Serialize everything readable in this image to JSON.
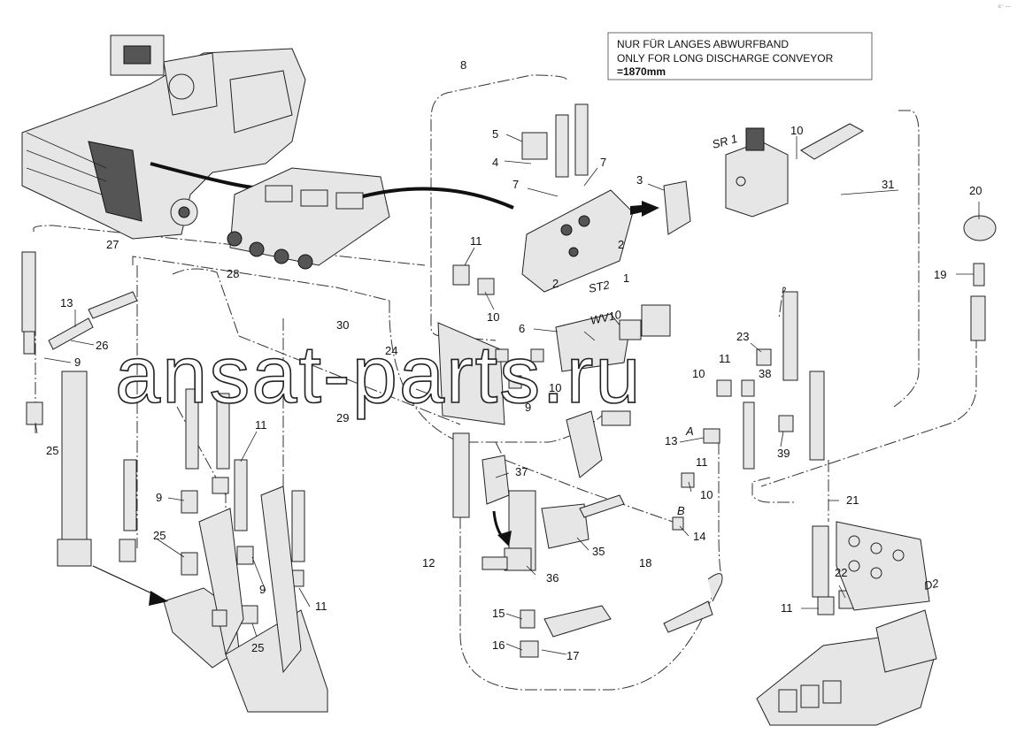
{
  "note": {
    "line1": "NUR FÜR LANGES ABWURFBAND",
    "line2": "ONLY FOR LONG DISCHARGE CONVEYOR",
    "line3": "=1870mm"
  },
  "watermark": "ansat-parts.ru",
  "corner_mark": "c⁻ ---",
  "tags": {
    "st2": "ST2",
    "sr1": "SR 1",
    "wv10": "WV10",
    "d2": "D2",
    "a": "A",
    "b": "B"
  },
  "callouts": [
    {
      "id": "c8",
      "label": "8"
    },
    {
      "id": "c5",
      "label": "5"
    },
    {
      "id": "c4",
      "label": "4"
    },
    {
      "id": "c7a",
      "label": "7"
    },
    {
      "id": "c7b",
      "label": "7"
    },
    {
      "id": "c3",
      "label": "3"
    },
    {
      "id": "c2a",
      "label": "2"
    },
    {
      "id": "c2b",
      "label": "2"
    },
    {
      "id": "c1",
      "label": "1"
    },
    {
      "id": "c10a",
      "label": "10"
    },
    {
      "id": "c31",
      "label": "31"
    },
    {
      "id": "c20",
      "label": "20"
    },
    {
      "id": "c19",
      "label": "19"
    },
    {
      "id": "c27",
      "label": "27"
    },
    {
      "id": "c28",
      "label": "28"
    },
    {
      "id": "c30",
      "label": "30"
    },
    {
      "id": "c11a",
      "label": "11"
    },
    {
      "id": "c10b",
      "label": "10"
    },
    {
      "id": "c6",
      "label": "6"
    },
    {
      "id": "c13a",
      "label": "13"
    },
    {
      "id": "c26",
      "label": "26"
    },
    {
      "id": "c9a",
      "label": "9"
    },
    {
      "id": "c24",
      "label": "24"
    },
    {
      "id": "c29",
      "label": "29"
    },
    {
      "id": "c10c",
      "label": "10"
    },
    {
      "id": "c9b",
      "label": "9"
    },
    {
      "id": "c23",
      "label": "23"
    },
    {
      "id": "c11b",
      "label": "11"
    },
    {
      "id": "c10d",
      "label": "10"
    },
    {
      "id": "c38",
      "label": "38"
    },
    {
      "id": "c39",
      "label": "39"
    },
    {
      "id": "c25a",
      "label": "25"
    },
    {
      "id": "c11c",
      "label": "11"
    },
    {
      "id": "c9c",
      "label": "9"
    },
    {
      "id": "c25b",
      "label": "25"
    },
    {
      "id": "c9d",
      "label": "9"
    },
    {
      "id": "c11d",
      "label": "11"
    },
    {
      "id": "c25c",
      "label": "25"
    },
    {
      "id": "c37",
      "label": "37"
    },
    {
      "id": "c13b",
      "label": "13"
    },
    {
      "id": "c11e",
      "label": "11"
    },
    {
      "id": "c10e",
      "label": "10"
    },
    {
      "id": "c14",
      "label": "14"
    },
    {
      "id": "c35",
      "label": "35"
    },
    {
      "id": "c21",
      "label": "21"
    },
    {
      "id": "c12",
      "label": "12"
    },
    {
      "id": "c36",
      "label": "36"
    },
    {
      "id": "c18",
      "label": "18"
    },
    {
      "id": "c22",
      "label": "22"
    },
    {
      "id": "c11f",
      "label": "11"
    },
    {
      "id": "c15",
      "label": "15"
    },
    {
      "id": "c16",
      "label": "16"
    },
    {
      "id": "c17",
      "label": "17"
    }
  ]
}
